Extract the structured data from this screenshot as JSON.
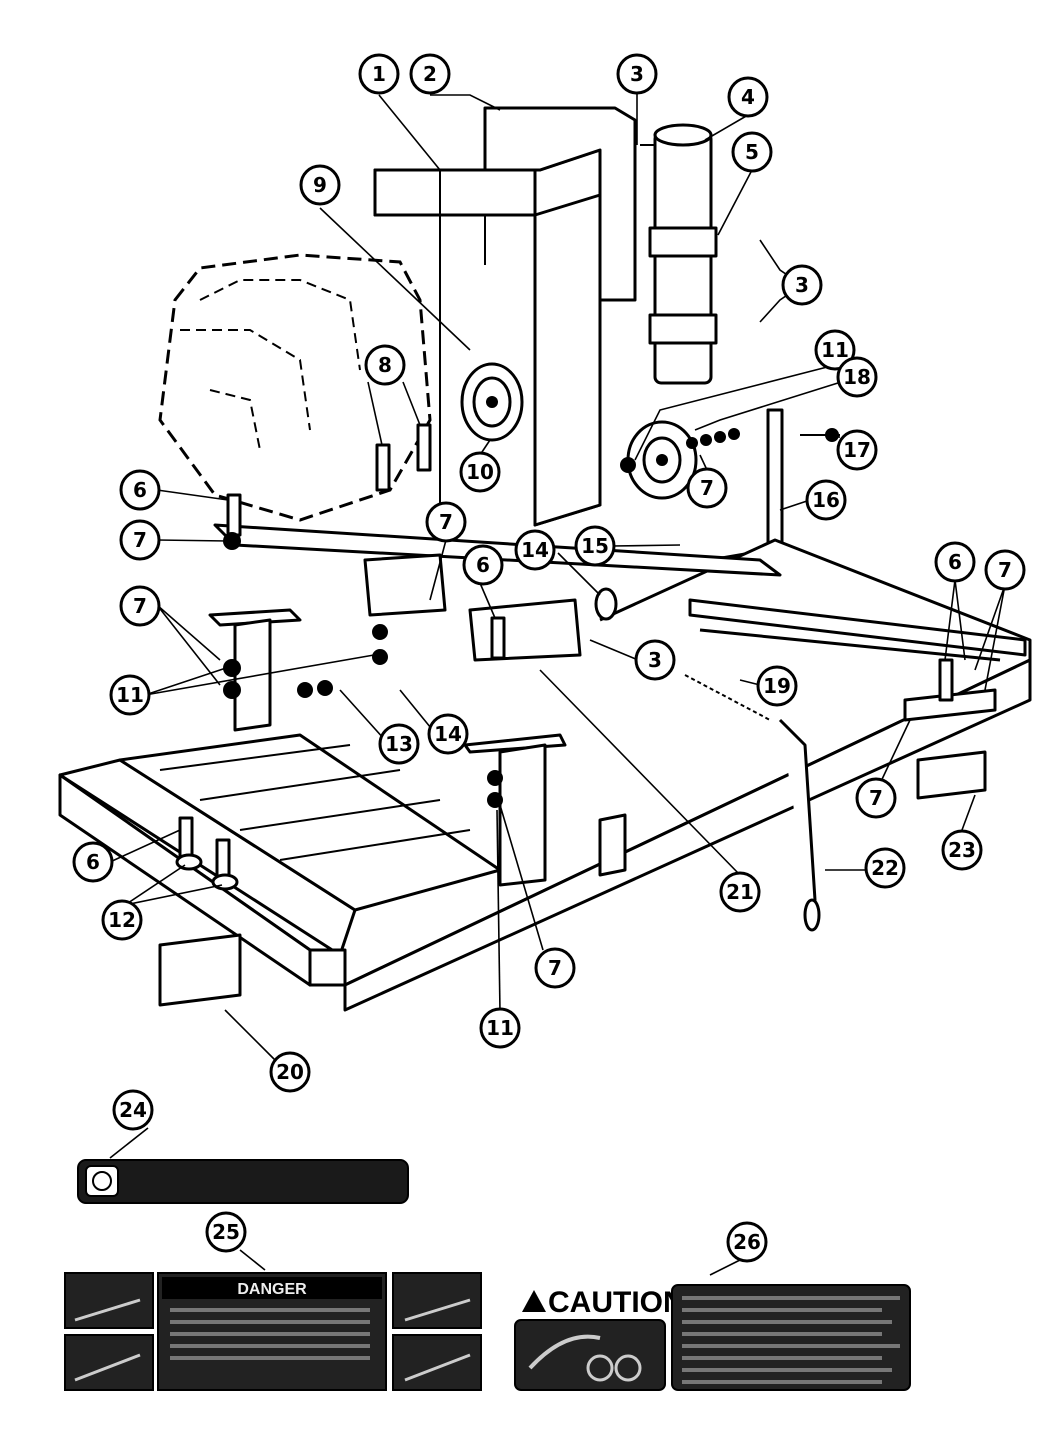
{
  "diagram": {
    "callouts": [
      {
        "id": "c1",
        "label": "1"
      },
      {
        "id": "c2",
        "label": "2"
      },
      {
        "id": "c3a",
        "label": "3"
      },
      {
        "id": "c4",
        "label": "4"
      },
      {
        "id": "c5",
        "label": "5"
      },
      {
        "id": "c3b",
        "label": "3"
      },
      {
        "id": "c9",
        "label": "9"
      },
      {
        "id": "c11a",
        "label": "11"
      },
      {
        "id": "c8",
        "label": "8"
      },
      {
        "id": "c18",
        "label": "18"
      },
      {
        "id": "c17",
        "label": "17"
      },
      {
        "id": "c7a",
        "label": "7"
      },
      {
        "id": "c10",
        "label": "10"
      },
      {
        "id": "c16",
        "label": "16"
      },
      {
        "id": "c6a",
        "label": "6"
      },
      {
        "id": "c7b",
        "label": "7"
      },
      {
        "id": "c7c",
        "label": "7"
      },
      {
        "id": "c15",
        "label": "15"
      },
      {
        "id": "c14a",
        "label": "14"
      },
      {
        "id": "c6b",
        "label": "6"
      },
      {
        "id": "c6c",
        "label": "6"
      },
      {
        "id": "c7d",
        "label": "7"
      },
      {
        "id": "c7e",
        "label": "7"
      },
      {
        "id": "c3c",
        "label": "3"
      },
      {
        "id": "c11b",
        "label": "11"
      },
      {
        "id": "c19",
        "label": "19"
      },
      {
        "id": "c13",
        "label": "13"
      },
      {
        "id": "c14b",
        "label": "14"
      },
      {
        "id": "c7f",
        "label": "7"
      },
      {
        "id": "c23",
        "label": "23"
      },
      {
        "id": "c6d",
        "label": "6"
      },
      {
        "id": "c21",
        "label": "21"
      },
      {
        "id": "c22",
        "label": "22"
      },
      {
        "id": "c12",
        "label": "12"
      },
      {
        "id": "c7g",
        "label": "7"
      },
      {
        "id": "c11c",
        "label": "11"
      },
      {
        "id": "c20",
        "label": "20"
      },
      {
        "id": "c24",
        "label": "24"
      },
      {
        "id": "c25",
        "label": "25"
      },
      {
        "id": "c26",
        "label": "26"
      }
    ]
  },
  "decals": {
    "danger_title": "DANGER",
    "caution_word": "CAUTION"
  }
}
